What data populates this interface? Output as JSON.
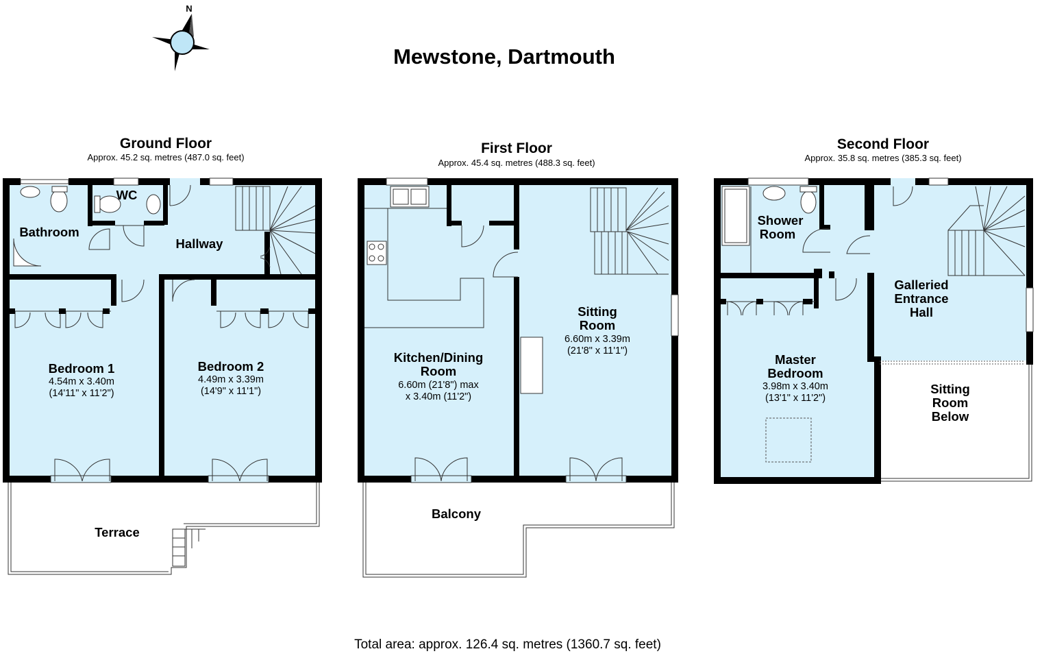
{
  "title": "Mewstone, Dartmouth",
  "compass": {
    "label": "N",
    "icon": "compass-rose-icon"
  },
  "floors": [
    {
      "name": "Ground Floor",
      "area": "Approx. 45.2 sq. metres (487.0 sq. feet)",
      "rooms": [
        {
          "name": "Bathroom"
        },
        {
          "name": "WC"
        },
        {
          "name": "Hallway"
        },
        {
          "name": "Bedroom 1",
          "dim1": "4.54m x 3.40m",
          "dim2": "(14'11\" x 11'2\")"
        },
        {
          "name": "Bedroom 2",
          "dim1": "4.49m x 3.39m",
          "dim2": "(14'9\" x 11'1\")"
        },
        {
          "name": "Terrace"
        }
      ]
    },
    {
      "name": "First Floor",
      "area": "Approx. 45.4 sq. metres (488.3 sq. feet)",
      "rooms": [
        {
          "name1": "Kitchen/Dining",
          "name2": "Room",
          "dim1": "6.60m (21'8\") max",
          "dim2": "x 3.40m (11'2\")"
        },
        {
          "name1": "Sitting",
          "name2": "Room",
          "dim1": "6.60m x 3.39m",
          "dim2": "(21'8\" x 11'1\")"
        },
        {
          "name": "Balcony"
        }
      ]
    },
    {
      "name": "Second Floor",
      "area": "Approx. 35.8 sq. metres (385.3 sq. feet)",
      "rooms": [
        {
          "name1": "Shower",
          "name2": "Room"
        },
        {
          "name1": "Galleried",
          "name2": "Entrance",
          "name3": "Hall"
        },
        {
          "name1": "Master",
          "name2": "Bedroom",
          "dim1": "3.98m x 3.40m",
          "dim2": "(13'1\" x 11'2\")"
        },
        {
          "name1": "Sitting",
          "name2": "Room",
          "name3": "Below"
        }
      ]
    }
  ],
  "total": "Total area: approx. 126.4 sq. metres (1360.7 sq. feet)",
  "colors": {
    "room_fill": "#d6f0fb",
    "wall": "#000000",
    "compass": "#bfe6f7"
  }
}
